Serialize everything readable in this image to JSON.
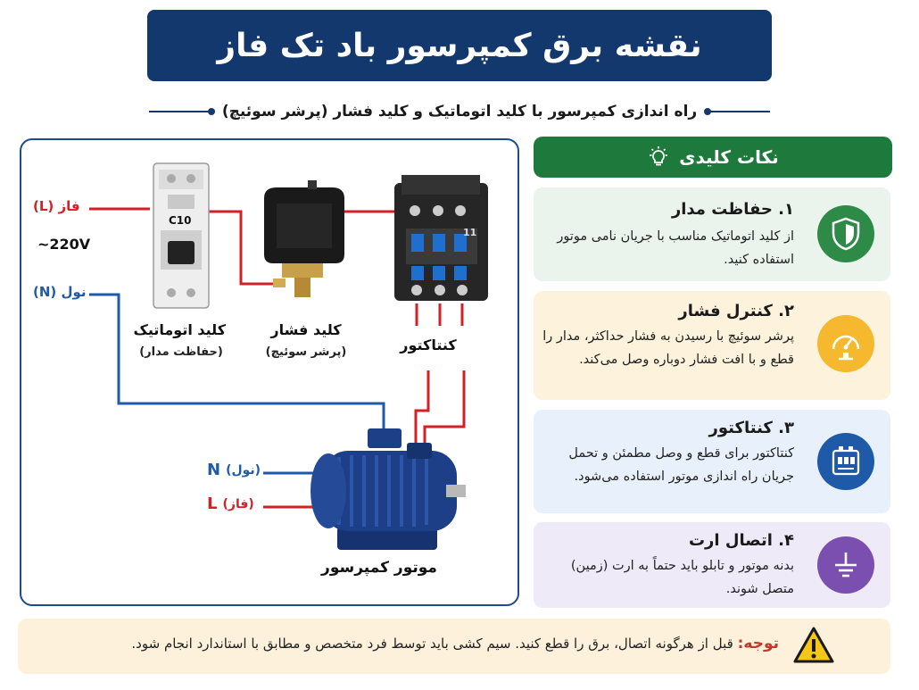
{
  "header": {
    "title": "نقشه برق کمپرسور باد تک فاز",
    "subtitle": "راه اندازی کمپرسور با کلید اتوماتیک و کلید فشار (پرشر سوئیچ)"
  },
  "diagram": {
    "phase_label": "فاز (L)",
    "voltage_label": "220V~",
    "neutral_label": "نول (N)",
    "breaker_rating": "C10",
    "breaker_name": "کلید اتوماتیک",
    "breaker_sub": "(حفاظت مدار)",
    "pressure_name": "کلید فشار",
    "pressure_sub": "(پرشر سوئیچ)",
    "contactor_name": "کنتاکتور",
    "contactor_mark": "11",
    "motor_n_letter": "N",
    "motor_n_text": "(نول)",
    "motor_l_letter": "L",
    "motor_l_text": "(فاز)",
    "motor_name": "موتور کمپرسور",
    "colors": {
      "phase_wire": "#d32027",
      "neutral_wire": "#1f5aa8",
      "motor": "#1d3f88"
    }
  },
  "key_points": {
    "header": "نکات کلیدی",
    "header_icon": "lightbulb-icon",
    "items": [
      {
        "title": "۱. حفاظت مدار",
        "text": "از کلید اتوماتیک مناسب با جریان نامی موتور استفاده کنید.",
        "icon": "shield-icon",
        "bg": "#eaf4ec",
        "icon_bg": "#2e8b47"
      },
      {
        "title": "۲. کنترل فشار",
        "text": "پرشر سوئیچ با رسیدن به فشار حداکثر، مدار را قطع و با افت فشار دوباره وصل می‌کند.",
        "icon": "pressure-gauge-icon",
        "bg": "#fdf3dc",
        "icon_bg": "#f5b82e"
      },
      {
        "title": "۳. کنتاکتور",
        "text": "کنتاکتور برای قطع و وصل مطمئن و تحمل جریان راه اندازی موتور استفاده می‌شود.",
        "icon": "contactor-icon",
        "bg": "#e8f1fb",
        "icon_bg": "#1f5aa8"
      },
      {
        "title": "۴. اتصال ارت",
        "text": "بدنه موتور و تابلو باید حتماً به ارت (زمین) متصل شوند.",
        "icon": "ground-icon",
        "bg": "#efeaf7",
        "icon_bg": "#7a4fb0"
      }
    ]
  },
  "warning": {
    "label": "توجه:",
    "text": "قبل از هرگونه اتصال، برق را قطع کنید. سیم کشی باید توسط فرد متخصص و مطابق با استاندارد انجام شود.",
    "icon": "warning-icon"
  }
}
